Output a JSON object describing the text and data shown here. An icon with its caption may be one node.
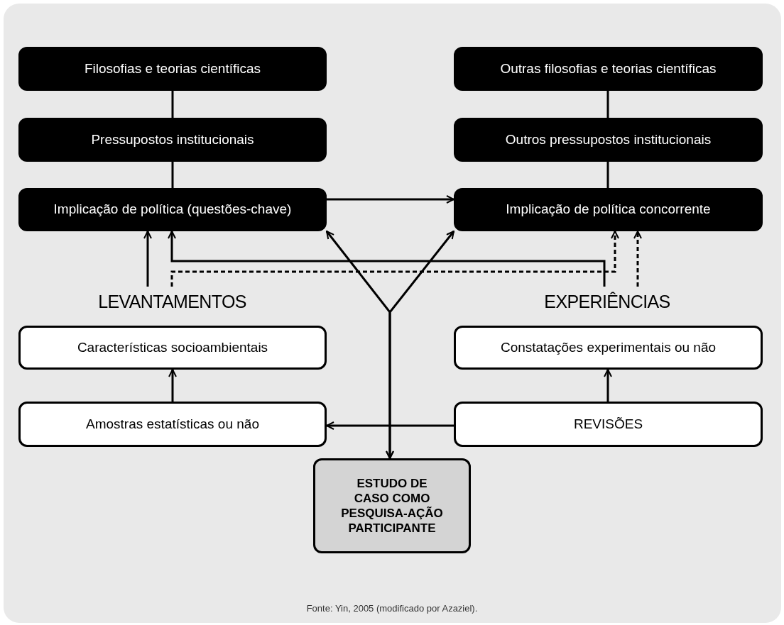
{
  "diagram": {
    "caption": "Fonte: Yin, 2005 (modificado por Azaziel).",
    "nodes": [
      {
        "text": [
          "Filosofias e teorias científicas"
        ]
      },
      {
        "text": [
          "Pressupostos institucionais"
        ]
      },
      {
        "text": [
          "Implicação de política (questões-chave)"
        ]
      },
      {
        "text": [
          "Outras filosofias e teorias científicas"
        ]
      },
      {
        "text": [
          "Outros pressupostos institucionais"
        ]
      },
      {
        "text": [
          "Implicação de política concorrente"
        ]
      },
      {
        "text": [
          "LEVANTAMENTOS"
        ]
      },
      {
        "text": [
          "EXPERIÊNCIAS"
        ]
      },
      {
        "text": [
          "Características socioambientais"
        ]
      },
      {
        "text": [
          "Amostras estatísticas ou não"
        ]
      },
      {
        "text": [
          "Constatações experimentais ou não"
        ]
      },
      {
        "text": [
          "REVISÕES"
        ]
      },
      {
        "text": [
          "ESTUDO DE CASO COMO PESQUISA-AÇÃO PARTICIPANTE"
        ]
      }
    ],
    "edges": [
      {
        "from": 0,
        "to": 1,
        "arrow": "none"
      },
      {
        "from": 1,
        "to": 2,
        "arrow": "none"
      },
      {
        "from": 3,
        "to": 4,
        "arrow": "none"
      },
      {
        "from": 4,
        "to": 5,
        "arrow": "none"
      },
      {
        "from": 2,
        "to": 5,
        "arrow": "to"
      },
      {
        "from": 6,
        "to": 2,
        "arrow": "to"
      },
      {
        "from": 7,
        "to": 2,
        "arrow": "to"
      },
      {
        "from": 6,
        "to": 5,
        "arrow": "to",
        "style": "dashed"
      },
      {
        "from": 7,
        "to": 5,
        "arrow": "to",
        "style": "dashed"
      },
      {
        "from": 12,
        "to": 2,
        "arrow": "both"
      },
      {
        "from": 12,
        "to": 5,
        "arrow": "both"
      },
      {
        "from": 11,
        "to": 9,
        "arrow": "to"
      },
      {
        "from": 9,
        "to": 8,
        "arrow": "to"
      },
      {
        "from": 11,
        "to": 10,
        "arrow": "to"
      }
    ]
  }
}
